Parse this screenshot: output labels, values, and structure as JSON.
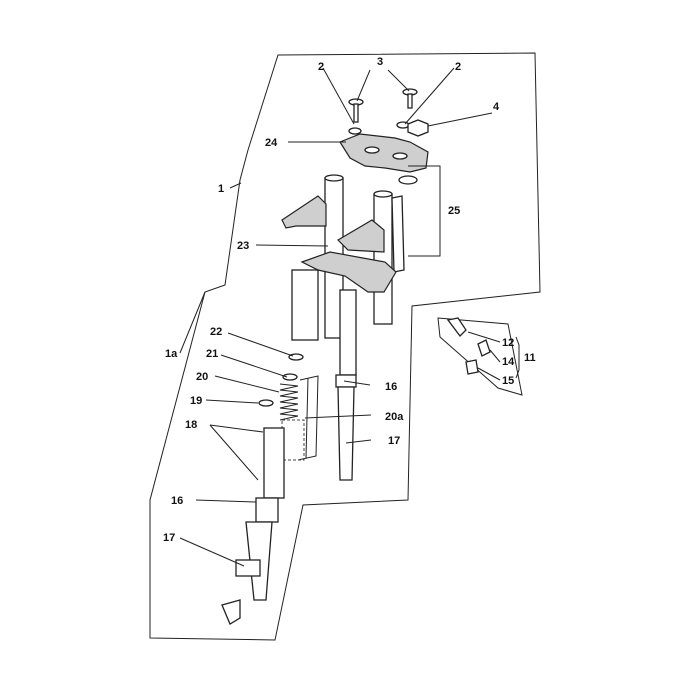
{
  "diagram": {
    "labels": {
      "l1": "1",
      "l1a": "1a",
      "l2a": "2",
      "l2b": "2",
      "l3": "3",
      "l4": "4",
      "l11": "11",
      "l12": "12",
      "l14": "14",
      "l15": "15",
      "l16a": "16",
      "l16b": "16",
      "l17a": "17",
      "l17b": "17",
      "l18": "18",
      "l19": "19",
      "l20": "20",
      "l20a": "20a",
      "l21": "21",
      "l22": "22",
      "l23": "23",
      "l24": "24",
      "l25": "25"
    }
  }
}
